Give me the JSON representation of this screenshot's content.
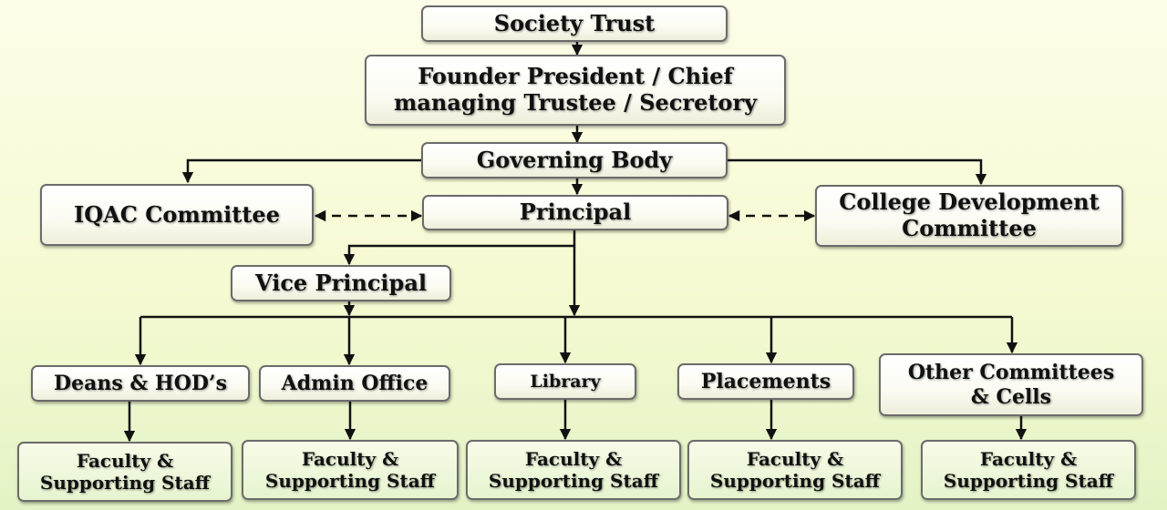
{
  "nodes": {
    "society_trust": "Society Trust",
    "founder_line1": "Founder President / Chief",
    "founder_line2": "managing Trustee / Secretory",
    "governing_body": "Governing Body",
    "iqac": "IQAC Committee",
    "principal": "Principal",
    "cdc_line1": "College Development",
    "cdc_line2": "Committee",
    "vice_principal": "Vice Principal",
    "deans": "Deans & HOD’s",
    "admin_office": "Admin Office",
    "library": "Library",
    "placements": "Placements",
    "other_line1": "Other Committees",
    "other_line2": "& Cells"
  },
  "staff_box": {
    "line1": "Faculty &",
    "line2": "Supporting Staff"
  },
  "colors": {
    "connector": "#111111",
    "box_border": "#6b6b6b"
  }
}
